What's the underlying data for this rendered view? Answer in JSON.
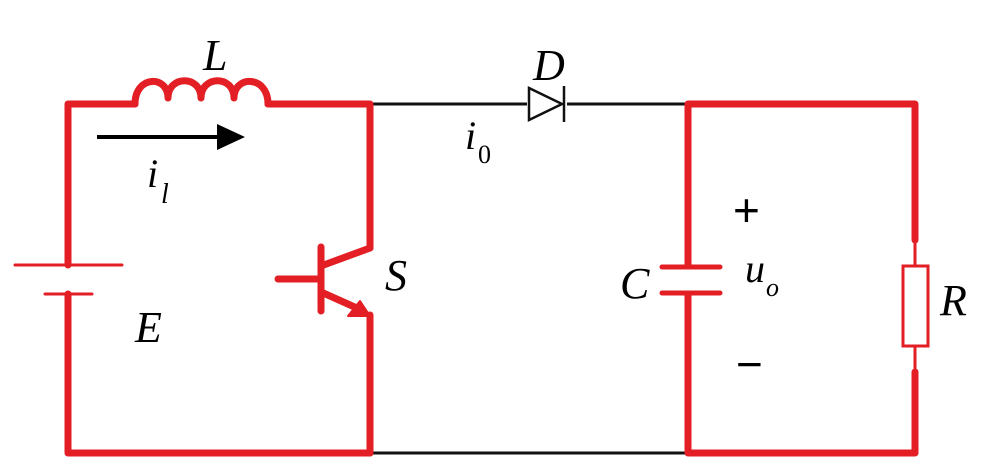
{
  "diagram": {
    "colors": {
      "highlight": "#e31e24",
      "wire": "#111111",
      "text": "#000000"
    },
    "labels": {
      "inductor": "L",
      "diode": "D",
      "switch": "S",
      "capacitor": "C",
      "resistor": "R",
      "source": "E",
      "inductor_current_main": "i",
      "inductor_current_sub": "l",
      "diode_current_main": "i",
      "diode_current_sub": "0",
      "output_voltage_main": "u",
      "output_voltage_sub": "o",
      "plus": "+",
      "minus": "−"
    }
  }
}
